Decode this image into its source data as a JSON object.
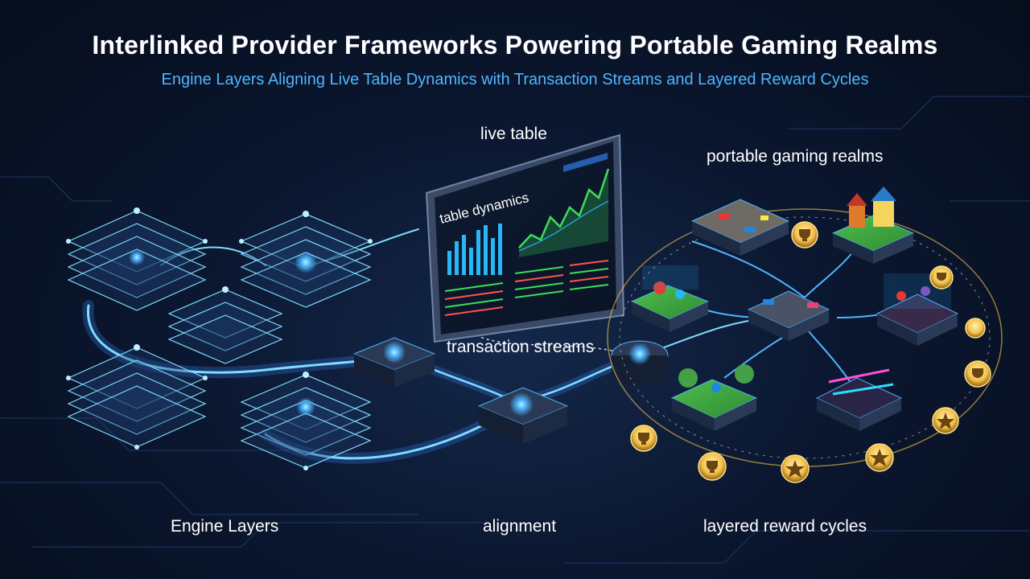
{
  "header": {
    "title": "Interlinked Provider Frameworks Powering Portable Gaming Realms",
    "subtitle": "Engine Layers Aligning Live Table Dynamics with Transaction Streams and Layered Reward Cycles"
  },
  "labels": {
    "live_table": "live table",
    "portable_realms": "portable gaming realms",
    "transaction_streams": "transaction streams",
    "engine_layers": "Engine Layers",
    "alignment": "alignment",
    "reward_cycles": "layered reward cycles"
  },
  "dashboard": {
    "heading": "table dynamics"
  },
  "colors": {
    "background": "#0b1730",
    "accent_blue": "#4fb6ff",
    "glow_cyan": "#7fdcff",
    "gold": "#f5c24a",
    "chart_green": "#3ddc5a"
  },
  "icons": {
    "reward_medallions": [
      "trophy-icon",
      "trophy-icon",
      "star-icon",
      "star-icon",
      "trophy-icon",
      "star-icon",
      "trophy-icon",
      "trophy-icon"
    ]
  }
}
